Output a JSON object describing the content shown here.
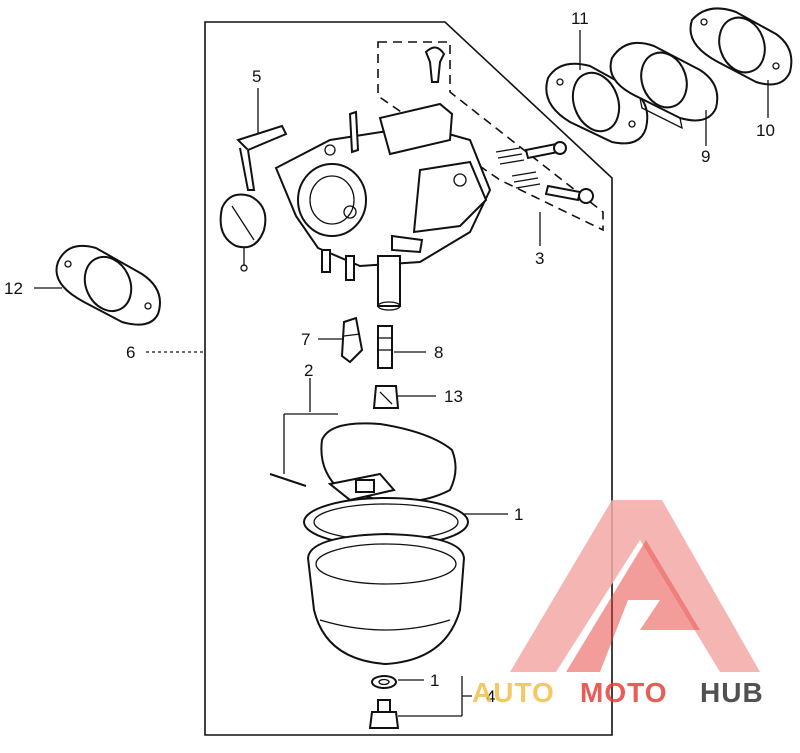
{
  "callouts": {
    "c1a": "1",
    "c1b": "1",
    "c2": "2",
    "c3": "3",
    "c4": "4",
    "c5": "5",
    "c6": "6",
    "c7": "7",
    "c8": "8",
    "c9": "9",
    "c10": "10",
    "c11": "11",
    "c12": "12",
    "c13": "13"
  },
  "watermark": {
    "part1": "AUTO",
    "part2": "MOTO",
    "part3": "HUB",
    "color_primary": "#e8403a",
    "color_secondary": "#f4a9a6",
    "color_dark": "#333333",
    "color_light": "#f3c04a"
  }
}
